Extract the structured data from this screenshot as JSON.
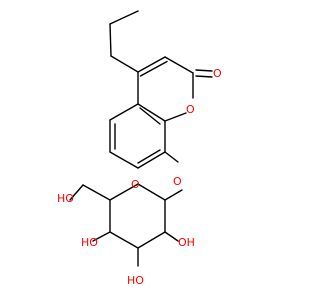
{
  "molecule": {
    "atom_labels": {
      "carbonyl_o": "O",
      "ring_o": "O",
      "ether_o": "O",
      "sugar_ring_o": "O",
      "ch2oh": "HO",
      "oh_c4": "HO",
      "oh_c3": "HO",
      "oh_c2": "OH"
    },
    "colors": {
      "bond": "#000000",
      "oxygen": "#ff0000",
      "background": "#ffffff"
    }
  }
}
